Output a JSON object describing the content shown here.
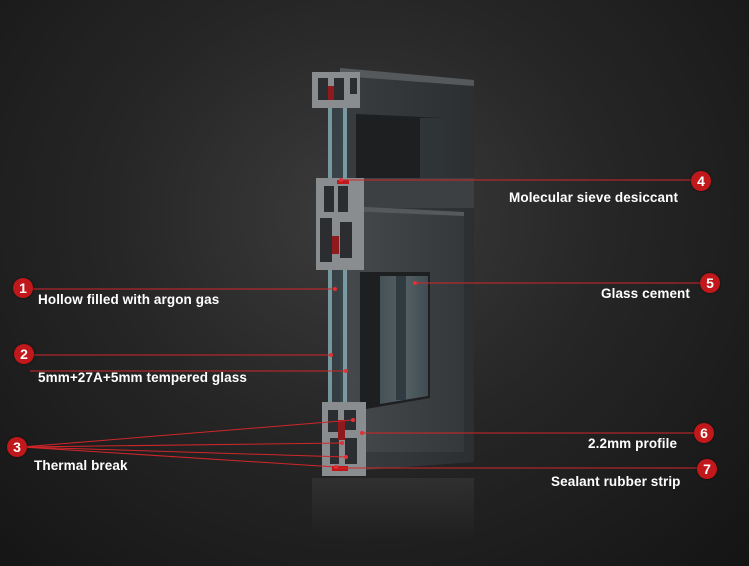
{
  "colors": {
    "accent": "#c0181b",
    "leader_line": "#d0262a",
    "label_text": "#ffffff"
  },
  "callouts": [
    {
      "number": "1",
      "label": "Hollow filled with argon gas"
    },
    {
      "number": "2",
      "label": "5mm+27A+5mm tempered glass"
    },
    {
      "number": "3",
      "label": "Thermal break"
    },
    {
      "number": "4",
      "label": "Molecular sieve desiccant"
    },
    {
      "number": "5",
      "label": "Glass cement"
    },
    {
      "number": "6",
      "label": "2.2mm profile"
    },
    {
      "number": "7",
      "label": "Sealant rubber strip"
    }
  ]
}
